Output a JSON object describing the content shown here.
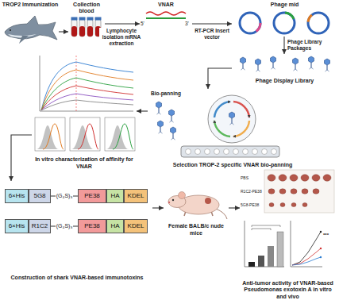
{
  "diagram": {
    "nodes": [
      {
        "text": [
          "TROP2 Immunization"
        ]
      },
      {
        "text": [
          "Collection blood"
        ]
      },
      {
        "text": [
          "VNAR"
        ]
      },
      {
        "text": [
          "Phage mid"
        ]
      },
      {
        "text": [
          "Phage Display Library"
        ]
      },
      {
        "text": [
          "Selection TROP-2 specific VNAR bio-panning"
        ]
      },
      {
        "text": [
          "In vitro characterization of affinity for VNAR"
        ]
      },
      {
        "text": [
          "Construction of shark VNAR-based immunotoxins"
        ]
      },
      {
        "text": [
          "6×His"
        ],
        "in": 7
      },
      {
        "text": [
          "5G8"
        ],
        "in": 7
      },
      {
        "text": [
          "PE38"
        ],
        "in": 7
      },
      {
        "text": [
          "HA"
        ],
        "in": 7
      },
      {
        "text": [
          "KDEL"
        ],
        "in": 7
      },
      {
        "text": [
          "6×His"
        ],
        "in": 7
      },
      {
        "text": [
          "R1C2"
        ],
        "in": 7
      },
      {
        "text": [
          "PE38"
        ],
        "in": 7
      },
      {
        "text": [
          "HA"
        ],
        "in": 7
      },
      {
        "text": [
          "KDEL"
        ],
        "in": 7
      },
      {
        "text": [
          "Female BALB/c nude mice"
        ]
      },
      {
        "text": [
          "Anti-tumor activity of VNAR-based Pseudomonas exotoxin A in vitro and vivo"
        ]
      }
    ],
    "edges": [
      {
        "from": 0,
        "to": 1,
        "arrow": "to"
      },
      {
        "from": 1,
        "to": 2,
        "label": "Lymphocyte isolation mRNA extraction",
        "arrow": "to"
      },
      {
        "from": 2,
        "to": 3,
        "label": "RT-PCR Insert vector",
        "arrow": "to"
      },
      {
        "from": 3,
        "to": 4,
        "label": "Phage Library Packages",
        "arrow": "to"
      },
      {
        "from": 4,
        "to": 5,
        "arrow": "to"
      },
      {
        "from": 5,
        "to": 6,
        "arrow": "to"
      },
      {
        "from": 6,
        "to": 7,
        "arrow": "to"
      },
      {
        "from": 9,
        "to": 10,
        "label": "(G₄S)₃",
        "arrow": "none"
      },
      {
        "from": 14,
        "to": 15,
        "label": "(G₄S)₃",
        "arrow": "none"
      },
      {
        "from": 7,
        "to": 18,
        "arrow": "to"
      },
      {
        "from": 18,
        "to": 19,
        "arrow": "to"
      }
    ],
    "labels": [
      "5'",
      "3'",
      "Bio-panning",
      "PBS",
      "R1C2-PE38",
      "5G8-PE38",
      "***"
    ]
  }
}
